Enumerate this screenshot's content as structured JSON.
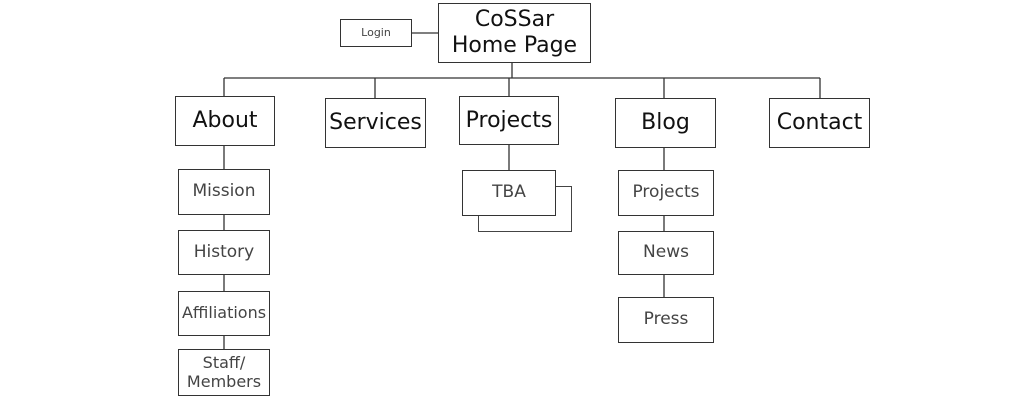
{
  "home": {
    "line1": "CoSSar",
    "line2": "Home Page"
  },
  "login": "Login",
  "top_nav": [
    "About",
    "Services",
    "Projects",
    "Blog",
    "Contact"
  ],
  "about_children": [
    "Mission",
    "History",
    "Affiliations"
  ],
  "about_staff": {
    "line1": "Staff/",
    "line2": "Members"
  },
  "projects_children": [
    "TBA"
  ],
  "blog_children": [
    "Projects",
    "News",
    "Press"
  ]
}
